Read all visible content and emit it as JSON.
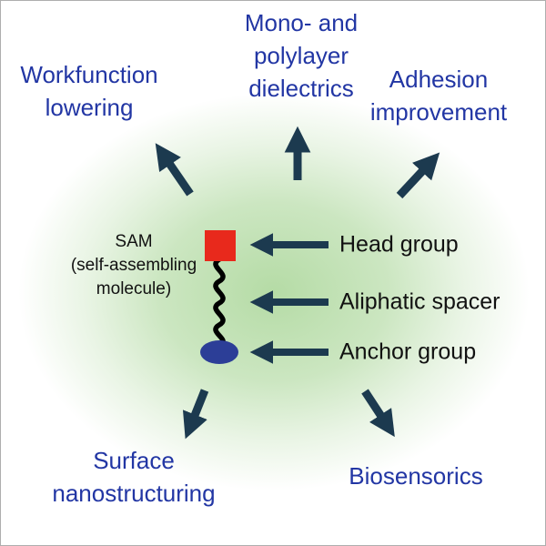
{
  "diagram": {
    "molecule": {
      "sam_label": "SAM\n(self-assembling\nmolecule)",
      "head_color": "#e8291c",
      "spacer_color": "#000000",
      "anchor_color": "#2c3e97"
    },
    "parts": [
      {
        "label": "Head group"
      },
      {
        "label": "Aliphatic spacer"
      },
      {
        "label": "Anchor group"
      }
    ],
    "applications": [
      {
        "id": "workfunction-lowering",
        "label": "Workfunction\nlowering"
      },
      {
        "id": "mono-polylayer-dielectrics",
        "label": "Mono- and\npolylayer\ndielectrics"
      },
      {
        "id": "adhesion-improvement",
        "label": "Adhesion\nimprovement"
      },
      {
        "id": "surface-nanostructuring",
        "label": "Surface\nnanostructuring"
      },
      {
        "id": "biosensorics",
        "label": "Biosensorics"
      }
    ],
    "colors": {
      "application_text_blue": "#2236a4",
      "arrow_dark": "#1c3a4f",
      "glow_green": "#78be5c"
    }
  }
}
